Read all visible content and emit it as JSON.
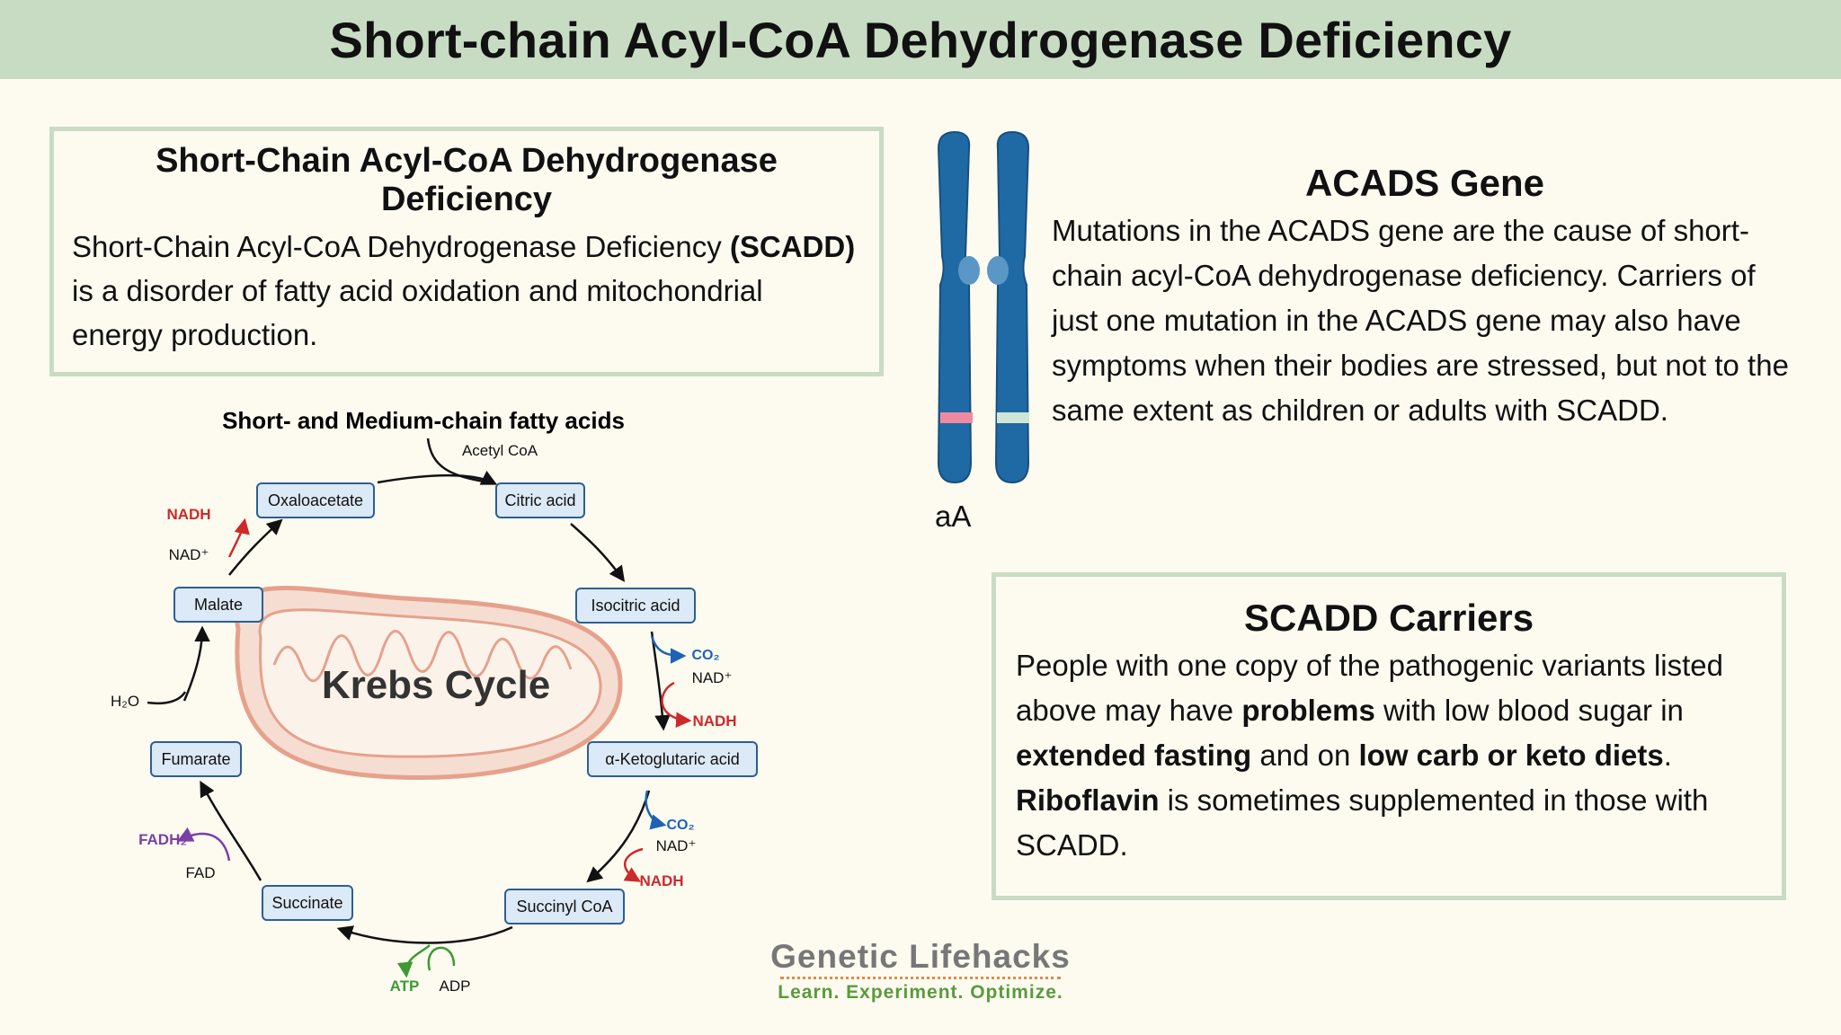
{
  "title": "Short-chain Acyl-CoA Dehydrogenase Deficiency",
  "intro_box": {
    "heading": "Short-Chain Acyl-CoA Dehydrogenase Deficiency",
    "text_before": "Short-Chain Acyl-CoA Dehydrogenase Deficiency ",
    "text_bold": "(SCADD)",
    "text_after": " is a disorder of fatty acid oxidation and mitochondrial energy production."
  },
  "gene": {
    "heading": "ACADS Gene",
    "text": "Mutations in the ACADS gene are the cause of short-chain acyl-CoA dehydrogenase deficiency. Carriers of just one mutation in the ACADS gene may also have symptoms when their bodies are stressed, but not to the same extent as children or adults with SCADD.",
    "genotype_label": "aA"
  },
  "carriers_box": {
    "heading": "SCADD Carriers",
    "t1": "People with one copy of the pathogenic variants listed above may have ",
    "b1": "problems",
    "t2": " with low blood sugar in ",
    "b2": "extended fasting",
    "t3": " and on ",
    "b3": "low carb or keto diets",
    "t4": ". ",
    "b4": "Riboflavin",
    "t5": " is sometimes supplemented in those with SCADD."
  },
  "krebs": {
    "top_label": "Short- and Medium-chain fatty acids",
    "center_label": "Krebs Cycle",
    "acetyl": "Acetyl CoA",
    "nodes": {
      "oxaloacetate": "Oxaloacetate",
      "citric": "Citric acid",
      "isocitric": "Isocitric acid",
      "aketo": "α-Ketoglutaric acid",
      "succinyl": "Succinyl CoA",
      "succinate": "Succinate",
      "fumarate": "Fumarate",
      "malate": "Malate"
    },
    "cofactors": {
      "co2": "CO₂",
      "nad": "NAD⁺",
      "nadh": "NADH",
      "h2o": "H₂O",
      "fad": "FAD",
      "fadh2": "FADH₂",
      "atp": "ATP",
      "adp": "ADP"
    }
  },
  "logo": {
    "name": "Genetic Lifehacks",
    "tagline": "Learn. Experiment. Optimize."
  },
  "colors": {
    "banner": "#c8dcc4",
    "chromosome": "#1f6aa5",
    "nadh": "#cc2a2a",
    "co2": "#1e63b3",
    "fadh2": "#7a3fa3",
    "atp": "#3d9a32"
  }
}
